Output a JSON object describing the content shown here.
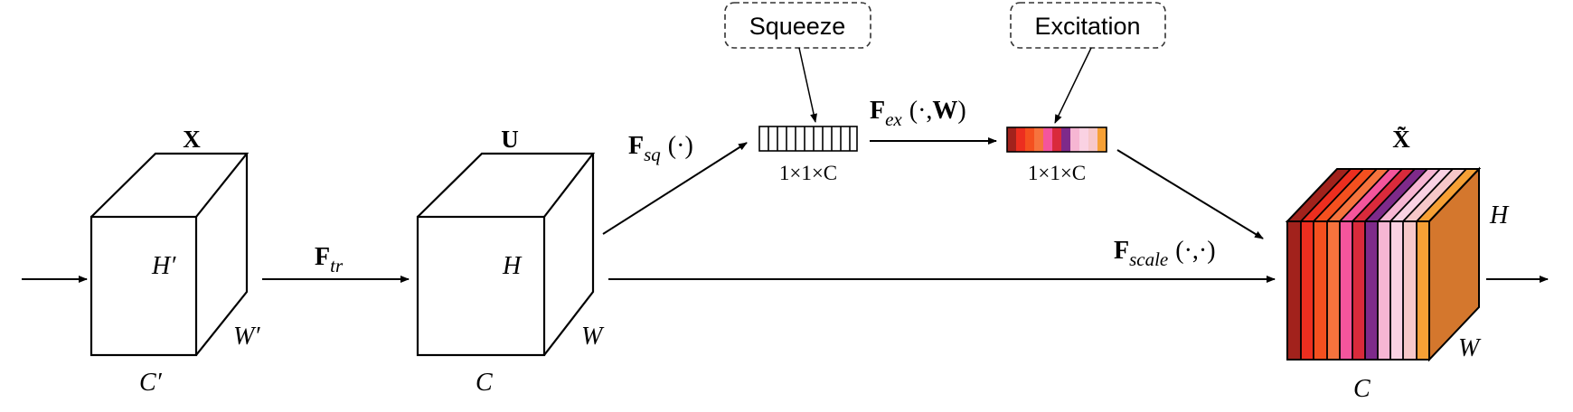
{
  "tensors": {
    "x": {
      "label": "X",
      "height": "H′",
      "width": "W′",
      "channels": "C′"
    },
    "u": {
      "label": "U",
      "height": "H",
      "width": "W",
      "channels": "C"
    },
    "x_tilde": {
      "label": "X̃",
      "height": "H",
      "width": "W",
      "channels": "C"
    }
  },
  "operations": {
    "f_tr": {
      "base": "F",
      "sub": "tr",
      "args": ""
    },
    "f_sq": {
      "base": "F",
      "sub": "sq",
      "args": "(·)"
    },
    "f_ex": {
      "base": "F",
      "sub": "ex",
      "args_open": "(·,",
      "args_w": "W",
      "args_close": ")"
    },
    "f_scale": {
      "base": "F",
      "sub": "scale",
      "args": "(·,·)"
    }
  },
  "vectors": {
    "squeeze_dims": "1×1×C",
    "excitation_dims": "1×1×C"
  },
  "callouts": {
    "squeeze": "Squeeze",
    "excitation": "Excitation",
    "color": "#1a7fe8"
  },
  "channel_colors": [
    "#a2221c",
    "#ec2e1f",
    "#f4501f",
    "#f6733d",
    "#f4559c",
    "#d92a3b",
    "#7e2a8a",
    "#f6b6d3",
    "#fad2e3",
    "#f7c8c9",
    "#f6a035"
  ],
  "side_color": "#d4772d"
}
